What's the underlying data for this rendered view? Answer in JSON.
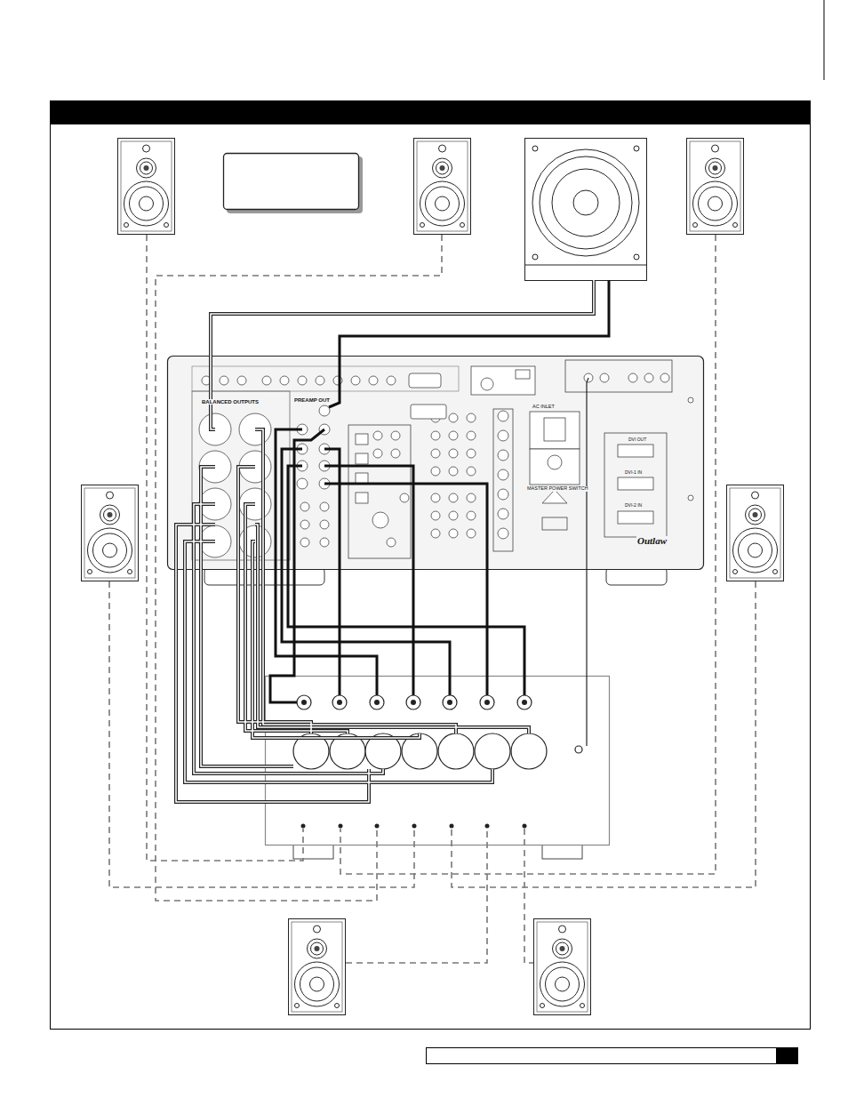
{
  "diagram": {
    "labels": [
      "BALANCED OUTPUTS",
      "PREAMP OUT",
      "AC INLET",
      "MASTER POWER SWITCH",
      "DVI OUT",
      "DVI-1 IN",
      "DVI-2 IN",
      "Outlaw"
    ]
  }
}
